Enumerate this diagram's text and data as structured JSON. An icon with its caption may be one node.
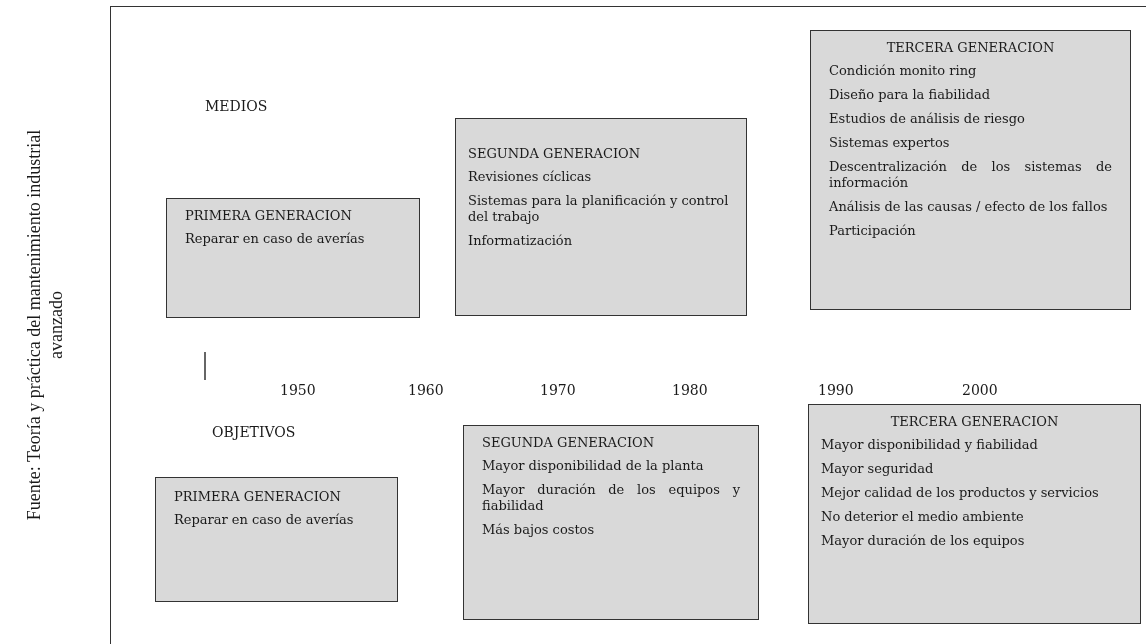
{
  "diagram": {
    "caption": "Fuente: Teoría y práctica del mantenimiento industrial avanzado",
    "nodes": [
      {
        "text": [
          "PRIMERA GENERACION",
          "Reparar en caso de averías"
        ]
      },
      {
        "text": [
          "SEGUNDA GENERACION",
          "Revisiones cíclicas",
          "Sistemas para la planificación y control del trabajo",
          "Informatización"
        ]
      },
      {
        "text": [
          "TERCERA GENERACION",
          "Condición monito ring",
          "Diseño para la fiabilidad",
          "Estudios de análisis de riesgo",
          "Sistemas expertos",
          "Descentralización de los sistemas de información",
          "Análisis de las causas / efecto de los fallos",
          "Participación"
        ]
      },
      {
        "text": [
          "PRIMERA GENERACION",
          "Reparar en caso de averías"
        ]
      },
      {
        "text": [
          "SEGUNDA GENERACION",
          "Mayor disponibilidad de la planta",
          "Mayor duración de los equipos y fiabilidad",
          "Más bajos costos"
        ]
      },
      {
        "text": [
          "TERCERA GENERACION",
          "Mayor disponibilidad y fiabilidad",
          "Mayor seguridad",
          "Mejor calidad de los productos y servicios",
          "No deterior el medio ambiente",
          "Mayor duración de los equipos"
        ]
      }
    ],
    "labels": [
      "MEDIOS",
      "1950",
      "1960",
      "1970",
      "1980",
      "1990",
      "2000",
      "OBJETIVOS"
    ]
  }
}
